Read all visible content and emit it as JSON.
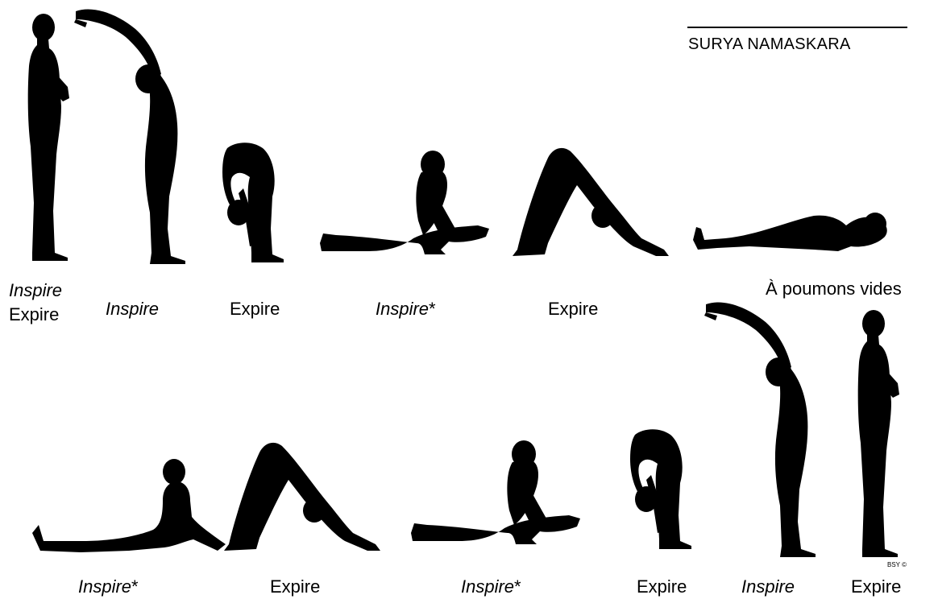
{
  "title": "SURYA NAMASKARA",
  "credit": "BSY ©",
  "breath": {
    "inspire": "Inspire",
    "expire": "Expire",
    "empty": "À poumons vides",
    "asterisk": "*"
  },
  "poses": [
    {
      "row": 1,
      "pose": "standing-prayer",
      "breath": [
        "Inspire",
        "Expire"
      ]
    },
    {
      "row": 1,
      "pose": "raised-arms-backbend",
      "breath": [
        "Inspire"
      ]
    },
    {
      "row": 1,
      "pose": "standing-forward-bend",
      "breath": [
        "Expire"
      ]
    },
    {
      "row": 1,
      "pose": "low-lunge",
      "breath": [
        "Inspire*"
      ]
    },
    {
      "row": 1,
      "pose": "downward-dog",
      "breath": [
        "Expire"
      ]
    },
    {
      "row": 1,
      "pose": "eight-limbed-salute",
      "breath": [
        "À poumons vides"
      ]
    },
    {
      "row": 2,
      "pose": "cobra",
      "breath": [
        "Inspire*"
      ]
    },
    {
      "row": 2,
      "pose": "downward-dog",
      "breath": [
        "Expire"
      ]
    },
    {
      "row": 2,
      "pose": "low-lunge",
      "breath": [
        "Inspire*"
      ]
    },
    {
      "row": 2,
      "pose": "standing-forward-bend",
      "breath": [
        "Expire"
      ]
    },
    {
      "row": 2,
      "pose": "raised-arms-backbend",
      "breath": [
        "Inspire"
      ]
    },
    {
      "row": 2,
      "pose": "standing-prayer",
      "breath": [
        "Expire"
      ]
    }
  ]
}
